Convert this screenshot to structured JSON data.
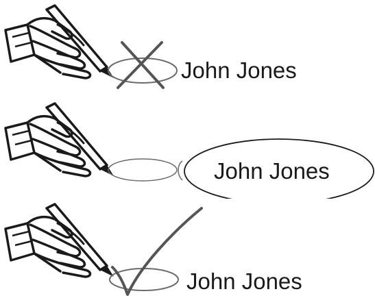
{
  "rows": [
    {
      "name": "John Jones",
      "mark": "cross"
    },
    {
      "name": "John Jones",
      "mark": "circled-name"
    },
    {
      "name": "John Jones",
      "mark": "check"
    }
  ],
  "icons": {
    "hand": "hand-holding-pen-icon",
    "cross": "cross-mark-icon",
    "check": "check-mark-icon",
    "ballot": "ballot-oval-icon"
  },
  "colors": {
    "ink": "#1a1a1a",
    "mark": "#555555",
    "oval": "#6a6a6a",
    "paper": "#ffffff"
  }
}
